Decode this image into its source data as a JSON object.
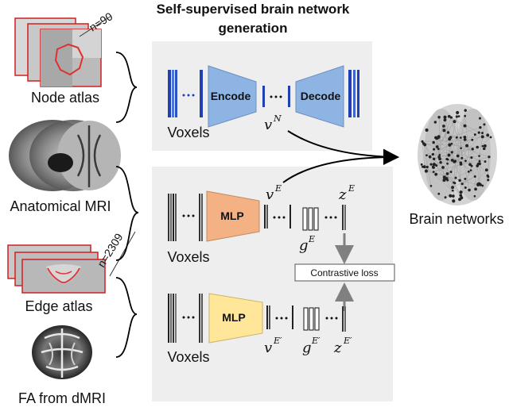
{
  "title_line1": "Self-supervised brain network",
  "title_line2": "generation",
  "inputs": {
    "node_atlas": "Node atlas",
    "node_count": "n=90",
    "anatomical_mri": "Anatomical MRI",
    "edge_atlas": "Edge atlas",
    "edge_count": "n=2309",
    "fa": "FA from dMRI"
  },
  "node_branch": {
    "voxels": "Voxels",
    "encode": "Encode",
    "decode": "Decode",
    "var": "v",
    "var_sup": "N"
  },
  "edge_branch": {
    "voxels": "Voxels",
    "mlp": "MLP",
    "v": "v",
    "v_sup": "E",
    "g": "g",
    "g_sup": "E",
    "z": "z",
    "z_sup": "E"
  },
  "fa_branch": {
    "voxels": "Voxels",
    "mlp": "MLP",
    "v": "v",
    "v_sup": "E′",
    "g": "g",
    "g_sup": "E′",
    "z": "z",
    "z_sup": "E′"
  },
  "contrastive_loss": "Contrastive loss",
  "output": "Brain networks",
  "colors": {
    "panel": "#eeeeee",
    "encoder": "#8db4e2",
    "mlp_edge": "#f4b183",
    "mlp_fa": "#ffe699",
    "atlas_outline": "#e03030",
    "arrow_gray": "#808080"
  }
}
